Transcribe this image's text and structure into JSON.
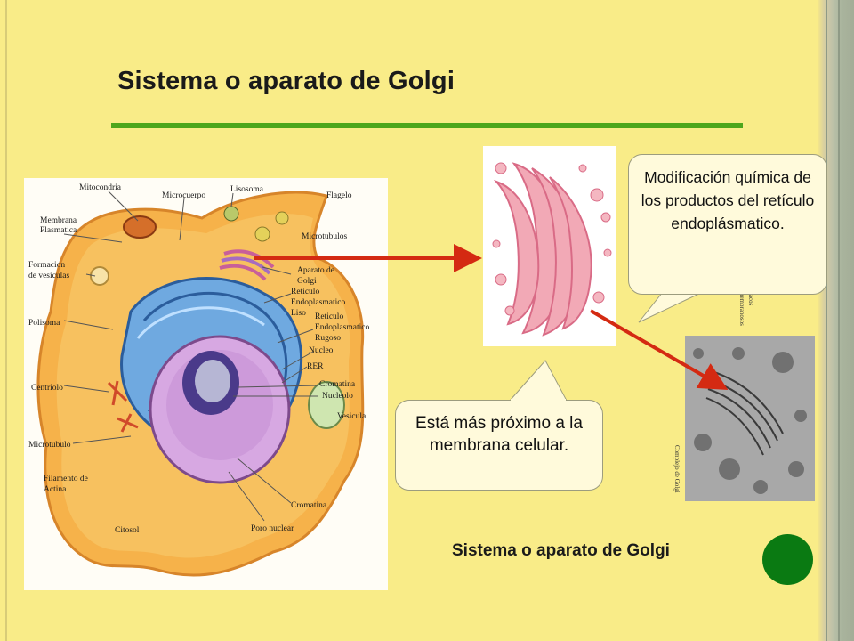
{
  "slide": {
    "title": "Sistema o aparato de Golgi",
    "caption": "Sistema o aparato de Golgi",
    "bubble_top": "Modificación química de los productos del retículo endoplásmatico.",
    "bubble_bottom": "Está más próximo a la membrana celular."
  },
  "cell_labels": {
    "mitocondria": "Mitocondria",
    "microcuerpo": "Microcuerpo",
    "lisosoma": "Lisosoma",
    "flagelo": "Flagelo",
    "membrana1": "Membrana",
    "membrana2": "Plasmatica",
    "microtubulos": "Microtubulos",
    "formacion1": "Formacion",
    "formacion2": "de vesiculas",
    "golgi1": "Aparato de",
    "golgi2": "Golgi",
    "rel1": "Reticulo",
    "rel2": "Endoplasmatico",
    "rel3": "Liso",
    "polisoma": "Polisoma",
    "rer1": "Reticulo",
    "rer2": "Endoplasmatico",
    "rer3": "Rugoso",
    "nucleo": "Nucleo",
    "rer": "RER",
    "centriolo": "Centriolo",
    "cromatina": "Cromatina",
    "nucleolo": "Nucleolo",
    "vesicula": "Vesicula",
    "microtubulo": "Microtubulo",
    "filamento1": "Filamento de",
    "filamento2": "Actina",
    "cromatina2": "Cromatina",
    "citosol": "Citosol",
    "poro": "Poro nuclear"
  },
  "em_labels": {
    "sacos1": "Sacos",
    "sacos2": "membranosos",
    "complejo": "Complejo de Golgi"
  },
  "colors": {
    "background": "#f9ec88",
    "rule": "#4ea61c",
    "arrow": "#d42a12",
    "dot": "#0a7a12"
  }
}
